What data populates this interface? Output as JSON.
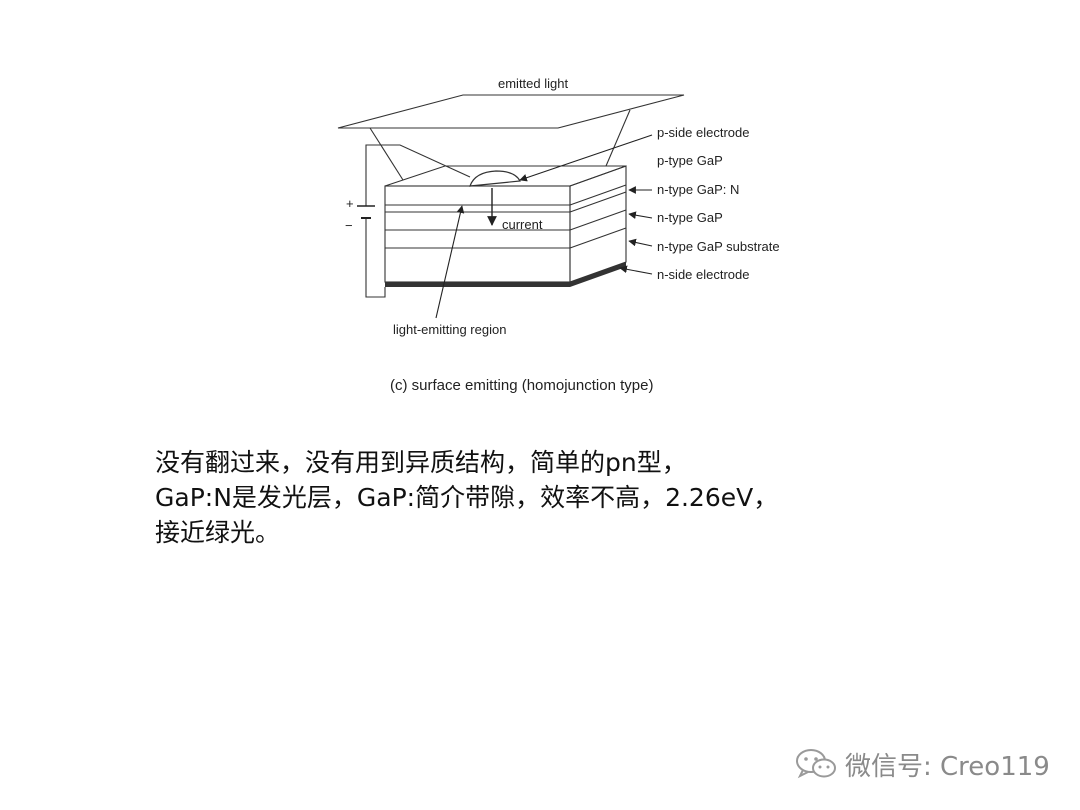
{
  "diagram": {
    "label_emitted_light": "emitted light",
    "label_p_electrode": "p-side electrode",
    "label_p_gap": "p-type GaP",
    "label_n_gap_n": "n-type GaP: N",
    "label_n_gap": "n-type GaP",
    "label_substrate": "n-type GaP substrate",
    "label_n_electrode": "n-side electrode",
    "label_current": "current",
    "label_region": "light-emitting region",
    "label_plus": "+",
    "label_minus": "−",
    "caption": "(c) surface emitting (homojunction type)"
  },
  "text": {
    "line1": "没有翻过来，没有用到异质结构，简单的pn型，",
    "line2": "GaP:N是发光层，GaP:简介带隙，效率不高，2.26eV，",
    "line3": "接近绿光。"
  },
  "watermark": {
    "icon": "wechat-icon",
    "text": "微信号: Creo119"
  }
}
